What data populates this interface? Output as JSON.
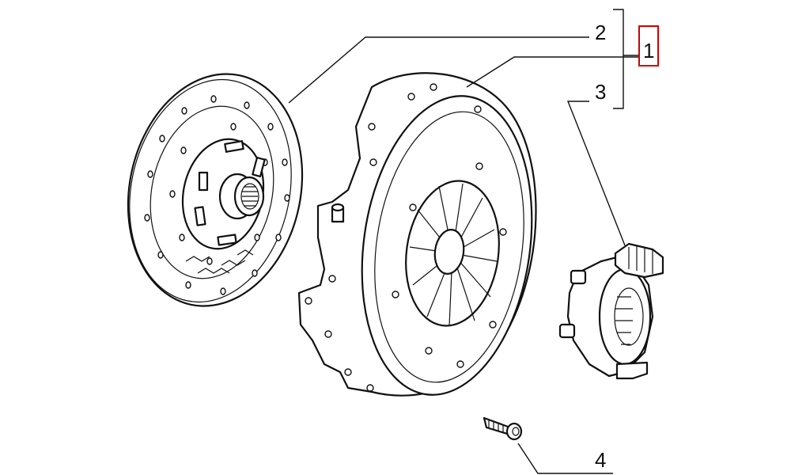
{
  "diagram": {
    "callouts": [
      {
        "id": "c1",
        "label": "1",
        "highlighted": true
      },
      {
        "id": "c2",
        "label": "2",
        "highlighted": false
      },
      {
        "id": "c3",
        "label": "3",
        "highlighted": false
      },
      {
        "id": "c4",
        "label": "4",
        "highlighted": false
      }
    ],
    "colors": {
      "line": "#111111",
      "highlight": "#d00000",
      "background": "#ffffff"
    }
  }
}
